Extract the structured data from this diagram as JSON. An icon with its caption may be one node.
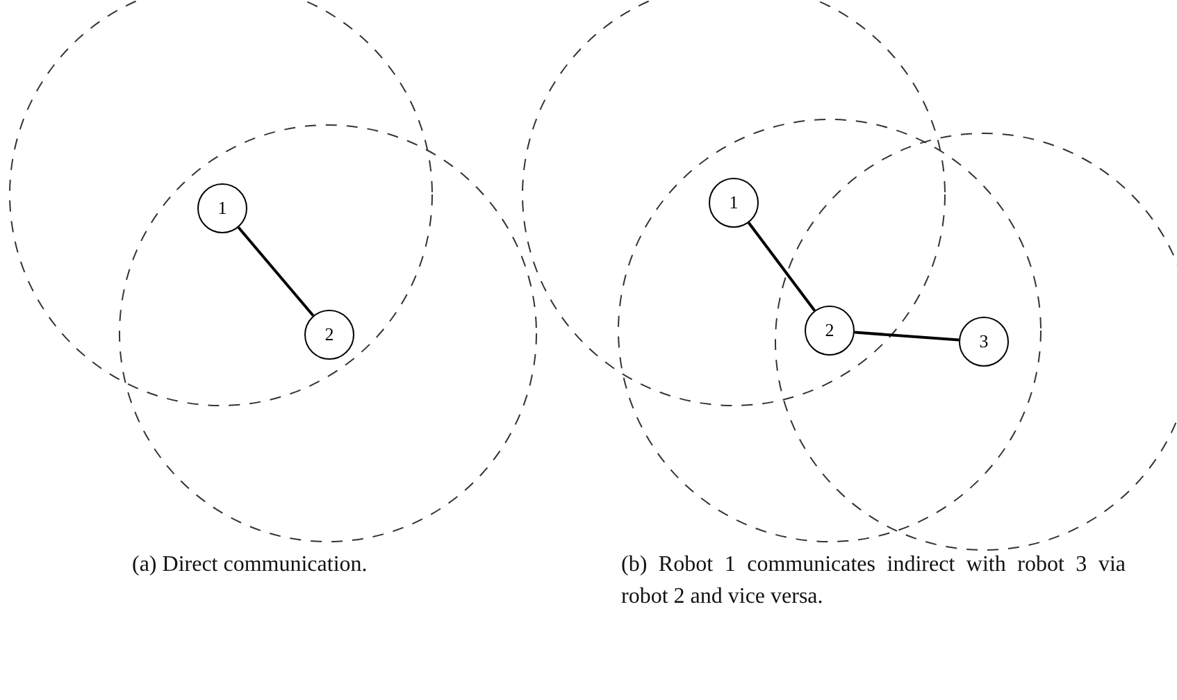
{
  "diagram": {
    "nodes": [
      {
        "text": [
          "1"
        ]
      },
      {
        "text": [
          "2"
        ]
      },
      {
        "text": [
          "1"
        ]
      },
      {
        "text": [
          "2"
        ]
      },
      {
        "text": [
          "3"
        ]
      }
    ],
    "edges": [
      {
        "from": 0,
        "to": 1,
        "arrow": "none"
      },
      {
        "from": 2,
        "to": 3,
        "arrow": "none"
      },
      {
        "from": 3,
        "to": 4,
        "arrow": "none"
      }
    ],
    "labels": [
      "(a) Direct communication.",
      "(b) Robot 1 communicates indirect with robot 3 via robot 2 and vice versa."
    ]
  }
}
